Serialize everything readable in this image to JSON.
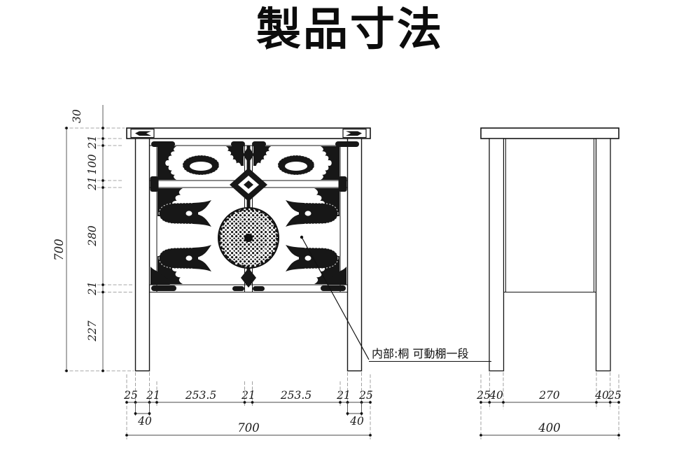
{
  "title": "製品寸法",
  "annotation": {
    "text": "内部:桐 可動棚一段"
  },
  "front_view": {
    "height": {
      "total": "700",
      "top_board": "30",
      "rail_top": "21",
      "drawer": "100",
      "rail_mid": "21",
      "door": "280",
      "rail_bottom": "21",
      "leg": "227"
    },
    "width": {
      "total": "700",
      "overhang_left": "25",
      "post_left": "21",
      "opening_left": "253.5",
      "post_center": "21",
      "opening_right": "253.5",
      "post_right": "21",
      "overhang_right": "25",
      "leg_left": "40",
      "leg_right": "40"
    }
  },
  "side_view": {
    "width": {
      "total": "400",
      "overhang_left": "25",
      "leg_left": "40",
      "body": "270",
      "leg_right": "40",
      "overhang_right": "25"
    }
  }
}
